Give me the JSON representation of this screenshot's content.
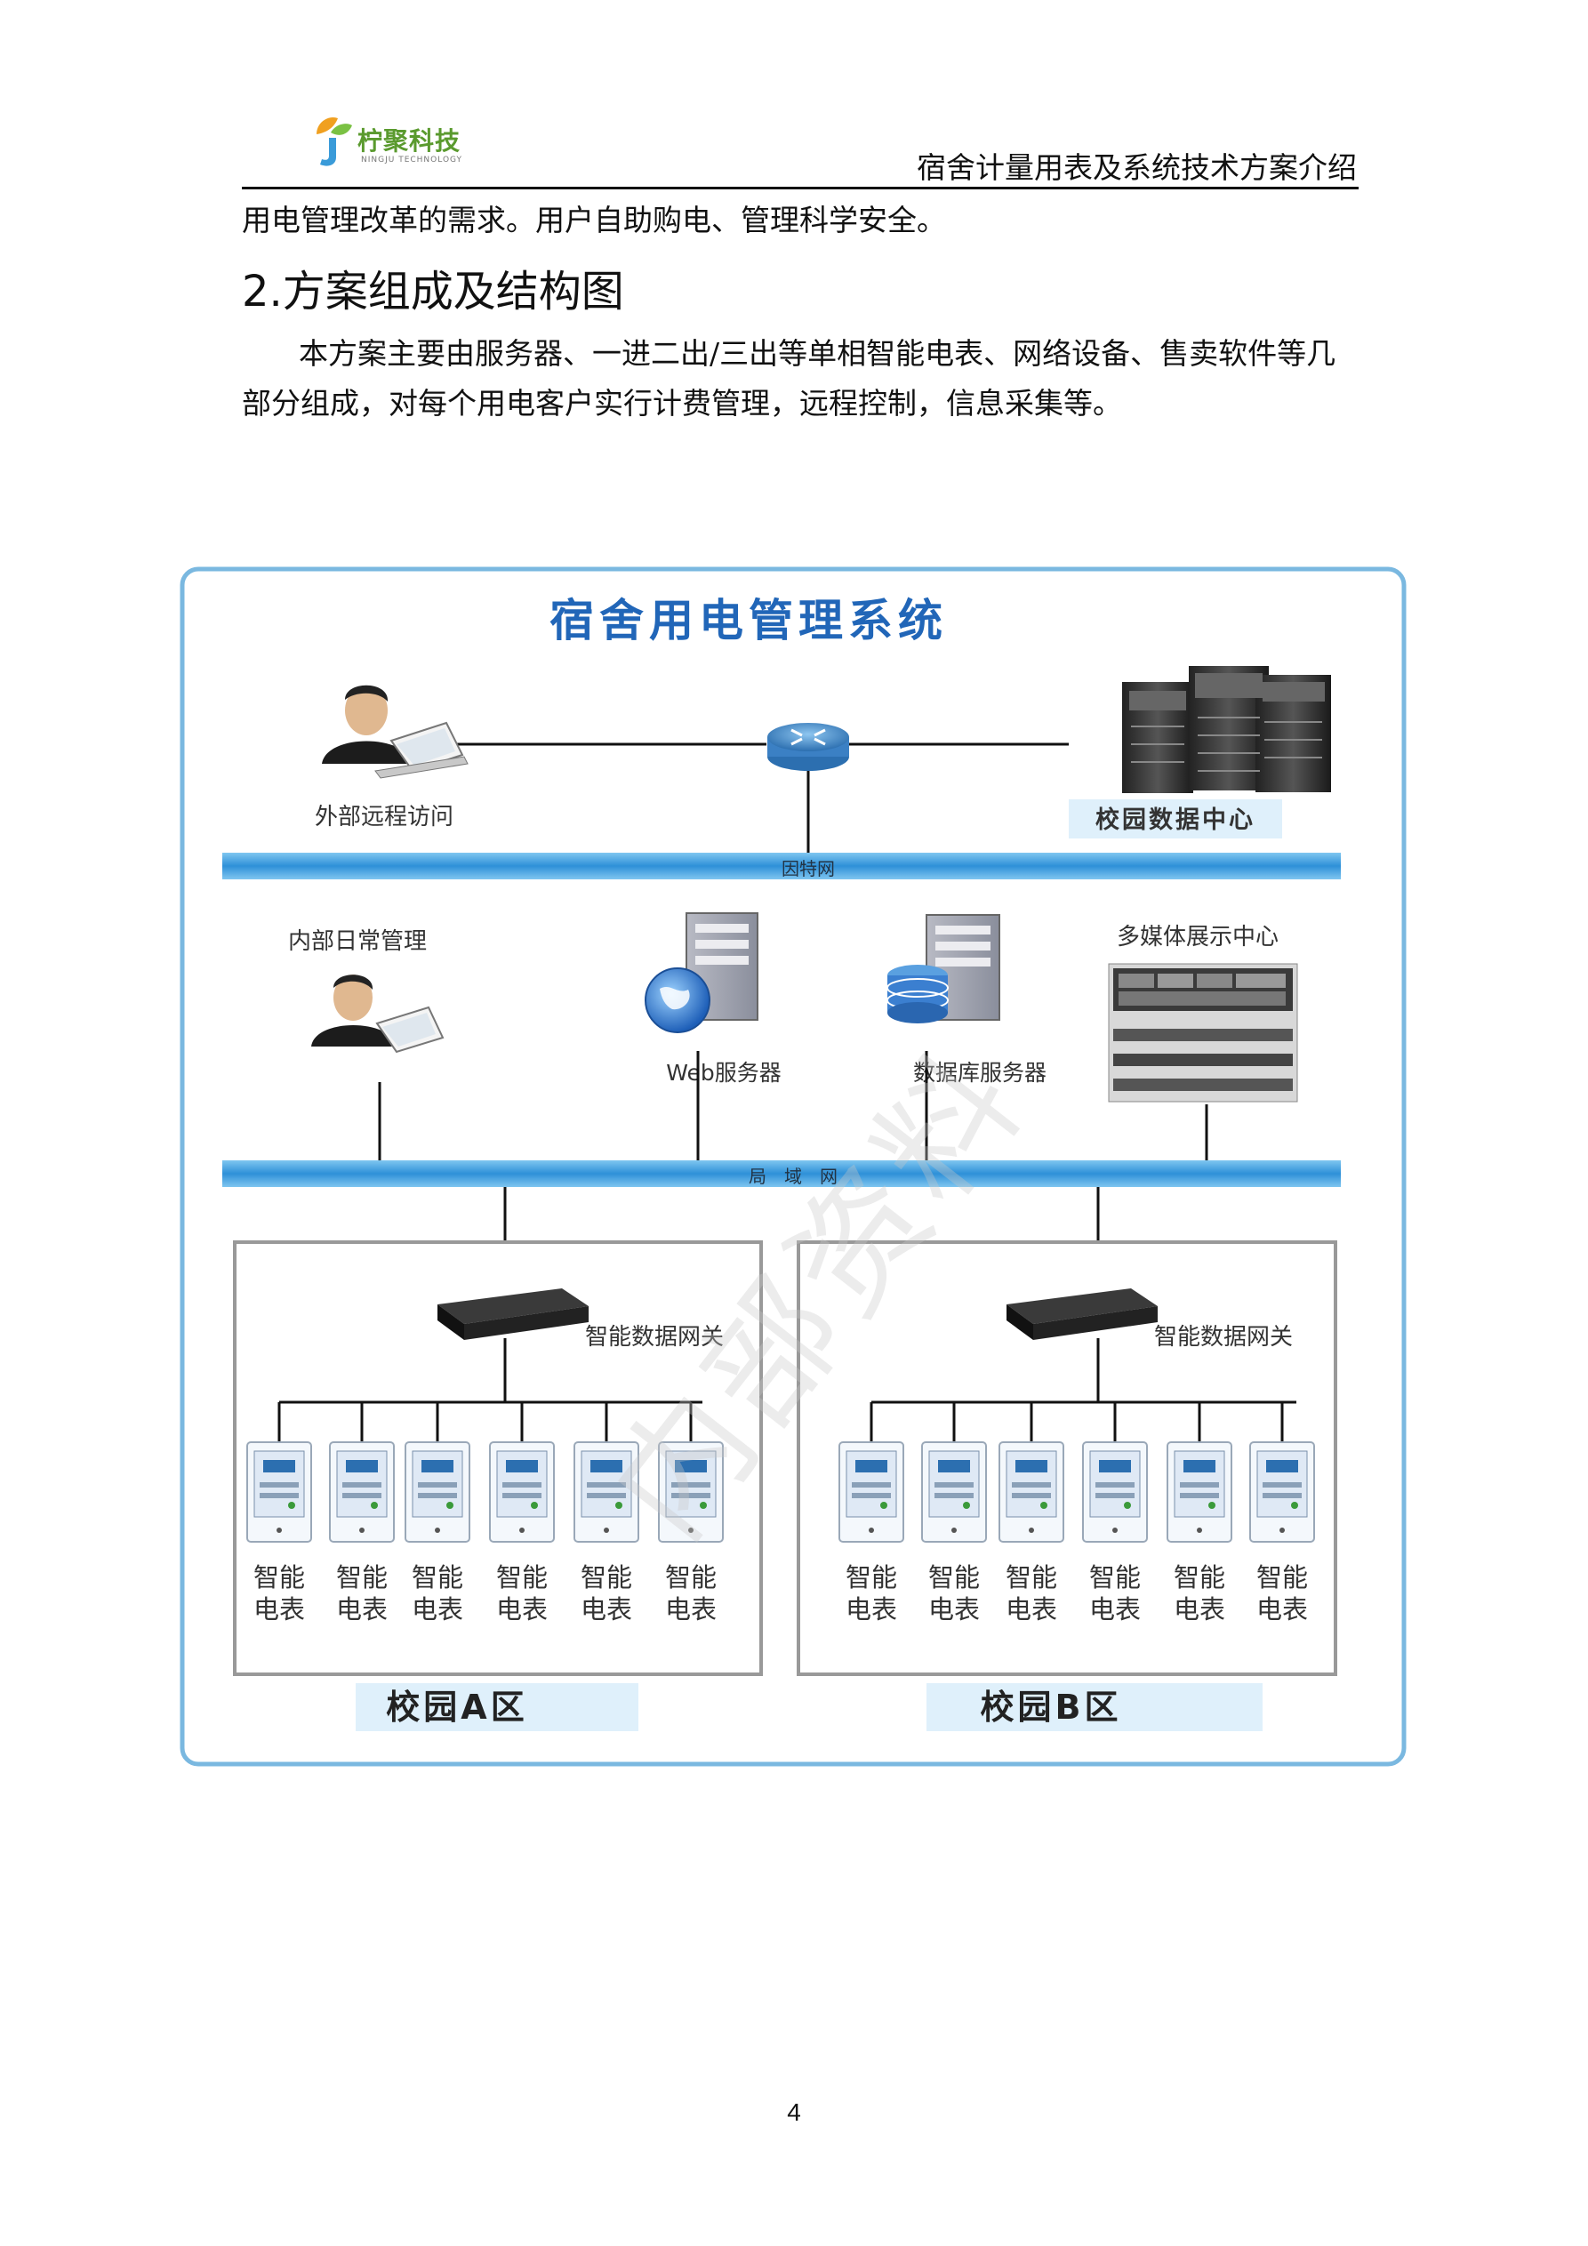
{
  "header": {
    "logo_name": "柠聚科技",
    "logo_sub": "NINGJU TECHNOLOGY",
    "doc_title": "宿舍计量用表及系统技术方案介绍"
  },
  "content": {
    "para1": "用电管理改革的需求。用户自助购电、管理科学安全。",
    "section_heading": "2.方案组成及结构图",
    "para2": "本方案主要由服务器、一进二出/三出等单相智能电表、网络设备、售卖软件等几部分组成，对每个用电客户实行计费管理，远程控制，信息采集等。"
  },
  "diagram": {
    "title": "宿舍用电管理系统",
    "external_access": "外部远程访问",
    "data_center": "校园数据中心",
    "internet": "因特网",
    "internal_mgmt": "内部日常管理",
    "web_server": "Web服务器",
    "db_server": "数据库服务器",
    "multimedia": "多媒体展示中心",
    "lan": "局　域　网",
    "gateway": "智能数据网关",
    "meter_line1": "智能",
    "meter_line2": "电表",
    "zone_a": "校园A区",
    "zone_b": "校园B区",
    "watermark": "内部资料"
  },
  "footer": {
    "page_number": "4"
  }
}
